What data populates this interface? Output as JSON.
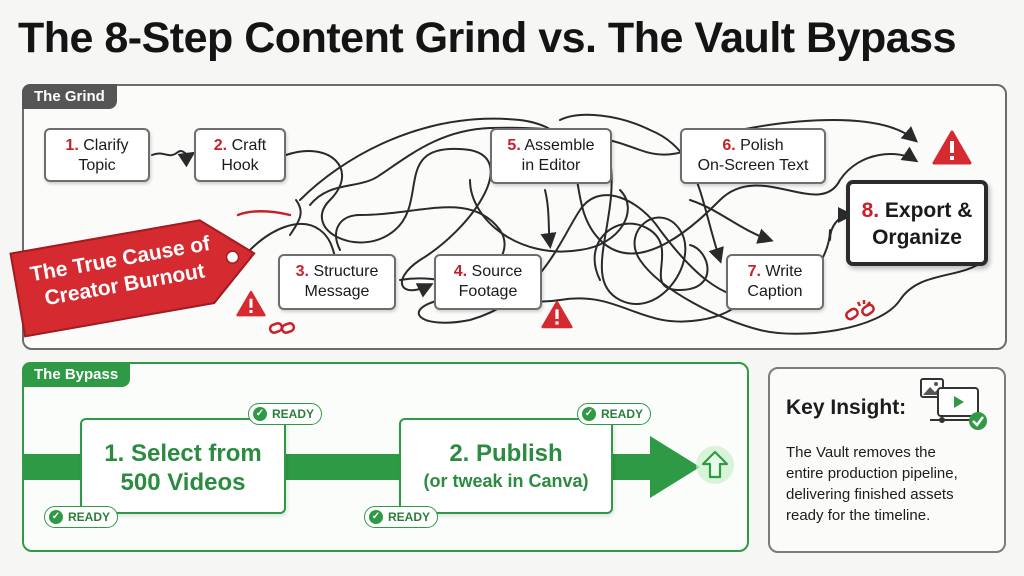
{
  "title": "The 8-Step Content Grind vs. The Vault Bypass",
  "grind": {
    "label": "The Grind",
    "steps": [
      {
        "num": "1.",
        "line1": "Clarify",
        "line2": "Topic"
      },
      {
        "num": "2.",
        "line1": "Craft",
        "line2": "Hook"
      },
      {
        "num": "3.",
        "line1": "Structure",
        "line2": "Message"
      },
      {
        "num": "4.",
        "line1": "Source",
        "line2": "Footage"
      },
      {
        "num": "5.",
        "line1": "Assemble",
        "line2": "in Editor"
      },
      {
        "num": "6.",
        "line1": "Polish",
        "line2": "On-Screen Text"
      },
      {
        "num": "7.",
        "line1": "Write",
        "line2": "Caption"
      },
      {
        "num": "8.",
        "line1": "Export &",
        "line2": "Organize"
      }
    ],
    "burnout_tag": {
      "line1": "The True Cause of",
      "line2": "Creator Burnout"
    }
  },
  "bypass": {
    "label": "The Bypass",
    "step1": {
      "line1": "1. Select from",
      "line2": "500 Videos"
    },
    "step2": {
      "line1": "2. Publish",
      "line2": "(or tweak in Canva)"
    },
    "ready_label": "READY"
  },
  "insight": {
    "title": "Key Insight:",
    "body_lines": [
      "The Vault removes the",
      "entire production pipeline,",
      "delivering finished assets",
      "ready for the timeline."
    ]
  },
  "colors": {
    "accent_red": "#c8202a",
    "bypass_green": "#2f9a45",
    "grind_gray": "#555555"
  },
  "icons": [
    "warning-icon",
    "broken-link-icon",
    "up-arrow-icon",
    "image-icon",
    "video-player-icon",
    "check-icon"
  ]
}
